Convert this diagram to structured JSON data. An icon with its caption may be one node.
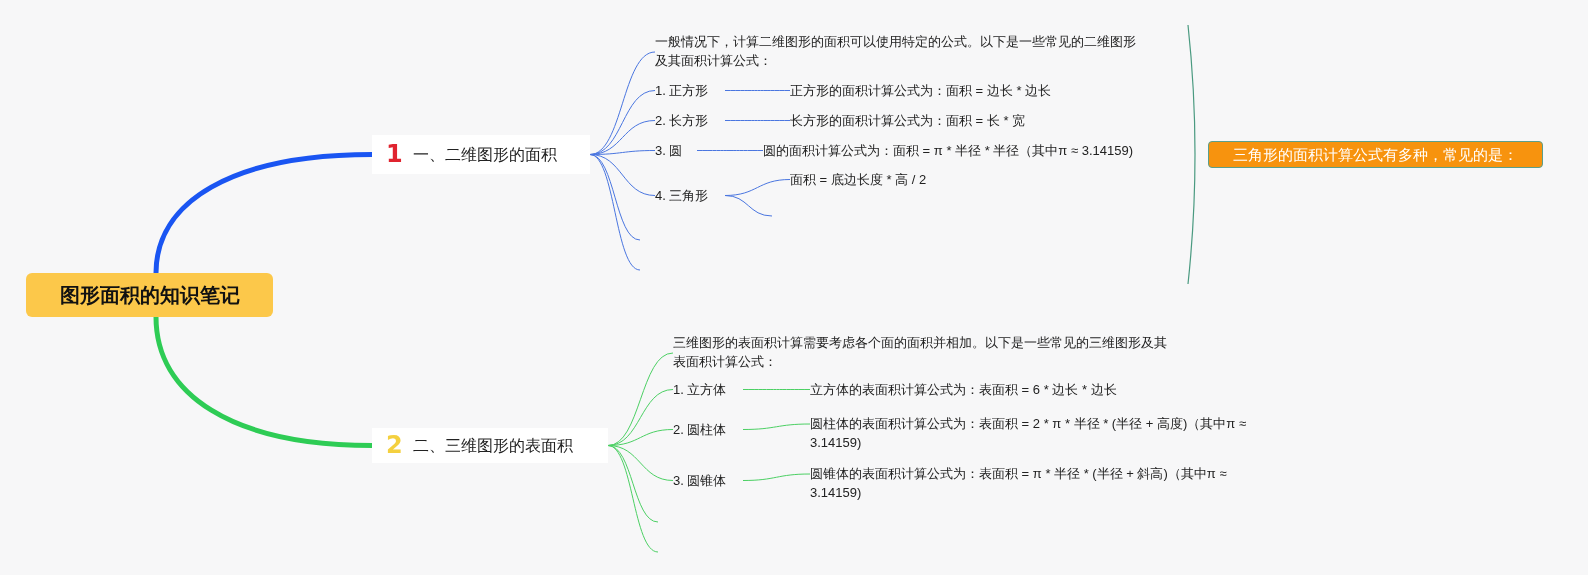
{
  "diagram": {
    "nodes": [
      {
        "text": [
          "图形面积的知识笔记"
        ]
      },
      {
        "text": [
          "1",
          "一、二维图形的面积"
        ]
      },
      {
        "text": [
          "一般情况下，计算二维图形的面积可以使用特定的公式。以下是一些常见的二维图形及其面积计算公式："
        ]
      },
      {
        "text": [
          "1. 正方形"
        ]
      },
      {
        "text": [
          "正方形的面积计算公式为：面积 = 边长 * 边长"
        ]
      },
      {
        "text": [
          "2. 长方形"
        ]
      },
      {
        "text": [
          "长方形的面积计算公式为：面积 = 长 * 宽"
        ]
      },
      {
        "text": [
          "3. 圆"
        ]
      },
      {
        "text": [
          "圆的面积计算公式为：面积 = π * 半径 * 半径（其中π ≈ 3.14159)"
        ]
      },
      {
        "text": [
          "4. 三角形"
        ]
      },
      {
        "text": [
          "面积 = 底边长度 * 高 / 2"
        ]
      },
      {
        "text": [
          "三角形的面积计算公式有多种，常见的是："
        ]
      },
      {
        "text": [
          "2",
          "二、三维图形的表面积"
        ]
      },
      {
        "text": [
          "三维图形的表面积计算需要考虑各个面的面积并相加。以下是一些常见的三维图形及其表面积计算公式："
        ]
      },
      {
        "text": [
          "1. 立方体"
        ]
      },
      {
        "text": [
          "立方体的表面积计算公式为：表面积 = 6 * 边长 * 边长"
        ]
      },
      {
        "text": [
          "2. 圆柱体"
        ]
      },
      {
        "text": [
          "圆柱体的表面积计算公式为：表面积 = 2 * π * 半径 * (半径 + 高度)（其中π ≈ 3.14159)"
        ]
      },
      {
        "text": [
          "3. 圆锥体"
        ]
      },
      {
        "text": [
          "圆锥体的表面积计算公式为：表面积 = π * 半径 * (半径 + 斜高)（其中π ≈ 3.14159)"
        ]
      }
    ],
    "edges": [
      {
        "from": 0,
        "to": 1,
        "arrow": "none",
        "style": "thick",
        "color": "#1a55f2"
      },
      {
        "from": 0,
        "to": 12,
        "arrow": "none",
        "style": "thick",
        "color": "#2ecc55"
      },
      {
        "from": 1,
        "to": 2,
        "arrow": "none"
      },
      {
        "from": 1,
        "to": 3,
        "arrow": "none"
      },
      {
        "from": 1,
        "to": 5,
        "arrow": "none"
      },
      {
        "from": 1,
        "to": 7,
        "arrow": "none"
      },
      {
        "from": 1,
        "to": 9,
        "arrow": "none"
      },
      {
        "from": 1,
        "to": null,
        "arrow": "none"
      },
      {
        "from": 1,
        "to": null,
        "arrow": "none"
      },
      {
        "from": 3,
        "to": 4,
        "arrow": "none"
      },
      {
        "from": 5,
        "to": 6,
        "arrow": "none"
      },
      {
        "from": 7,
        "to": 8,
        "arrow": "none"
      },
      {
        "from": 9,
        "to": 10,
        "arrow": "none"
      },
      {
        "from": 9,
        "to": null,
        "arrow": "none"
      },
      {
        "from": 12,
        "to": 13,
        "arrow": "none",
        "color": "#4cd064"
      },
      {
        "from": 12,
        "to": 14,
        "arrow": "none",
        "color": "#4cd064"
      },
      {
        "from": 12,
        "to": 16,
        "arrow": "none",
        "color": "#4cd064"
      },
      {
        "from": 12,
        "to": 18,
        "arrow": "none",
        "color": "#4cd064"
      },
      {
        "from": 12,
        "to": null,
        "arrow": "none",
        "color": "#4cd064"
      },
      {
        "from": 12,
        "to": null,
        "arrow": "none",
        "color": "#4cd064"
      },
      {
        "from": 14,
        "to": 15,
        "arrow": "none",
        "color": "#4cd064"
      },
      {
        "from": 16,
        "to": 17,
        "arrow": "none",
        "color": "#4cd064"
      },
      {
        "from": 18,
        "to": 19,
        "arrow": "none",
        "color": "#4cd064"
      }
    ]
  }
}
